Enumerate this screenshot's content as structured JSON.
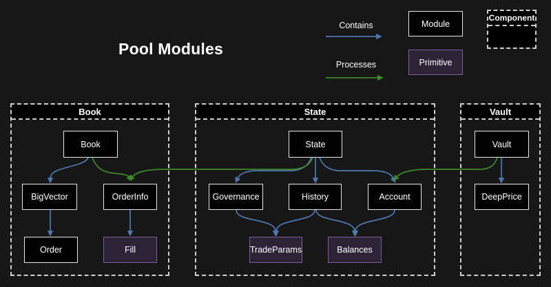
{
  "title": "Pool Modules",
  "colors": {
    "bg": "#171717",
    "node-fill": "#030303",
    "node-border": "#e8e8e8",
    "primitive-fill": "#2d2336",
    "primitive-border": "#7f5f9e",
    "contains": "#4d79b0",
    "processes": "#3f8a28",
    "dash": "#d0d0d0",
    "text": "#ffffff",
    "bar": "#000000"
  },
  "legend": {
    "contains": "Contains",
    "processes": "Processes",
    "module": "Module",
    "primitive": "Primitive",
    "component": "Component"
  },
  "containers": {
    "book": {
      "label": "Book"
    },
    "state": {
      "label": "State"
    },
    "vault": {
      "label": "Vault"
    }
  },
  "nodes": {
    "book": {
      "label": "Book",
      "type": "module"
    },
    "bigvector": {
      "label": "BigVector",
      "type": "module"
    },
    "orderinfo": {
      "label": "OrderInfo",
      "type": "module"
    },
    "order": {
      "label": "Order",
      "type": "module"
    },
    "fill": {
      "label": "Fill",
      "type": "primitive"
    },
    "state": {
      "label": "State",
      "type": "module"
    },
    "governance": {
      "label": "Governance",
      "type": "module"
    },
    "history": {
      "label": "History",
      "type": "module"
    },
    "account": {
      "label": "Account",
      "type": "module"
    },
    "tradeparams": {
      "label": "TradeParams",
      "type": "primitive"
    },
    "balances": {
      "label": "Balances",
      "type": "primitive"
    },
    "vault": {
      "label": "Vault",
      "type": "module"
    },
    "deepprice": {
      "label": "DeepPrice",
      "type": "module"
    }
  },
  "edges": [
    {
      "from": "Book",
      "to": "BigVector",
      "type": "contains"
    },
    {
      "from": "Book",
      "to": "OrderInfo",
      "type": "processes"
    },
    {
      "from": "BigVector",
      "to": "Order",
      "type": "contains"
    },
    {
      "from": "OrderInfo",
      "to": "Fill",
      "type": "contains"
    },
    {
      "from": "State",
      "to": "Governance",
      "type": "contains"
    },
    {
      "from": "State",
      "to": "History",
      "type": "contains"
    },
    {
      "from": "State",
      "to": "Account",
      "type": "contains"
    },
    {
      "from": "State",
      "to": "OrderInfo",
      "type": "processes"
    },
    {
      "from": "Governance",
      "to": "TradeParams",
      "type": "contains"
    },
    {
      "from": "History",
      "to": "TradeParams",
      "type": "contains"
    },
    {
      "from": "History",
      "to": "Balances",
      "type": "contains"
    },
    {
      "from": "Account",
      "to": "Balances",
      "type": "contains"
    },
    {
      "from": "Vault",
      "to": "DeepPrice",
      "type": "contains"
    },
    {
      "from": "Vault",
      "to": "Account",
      "type": "processes"
    }
  ]
}
